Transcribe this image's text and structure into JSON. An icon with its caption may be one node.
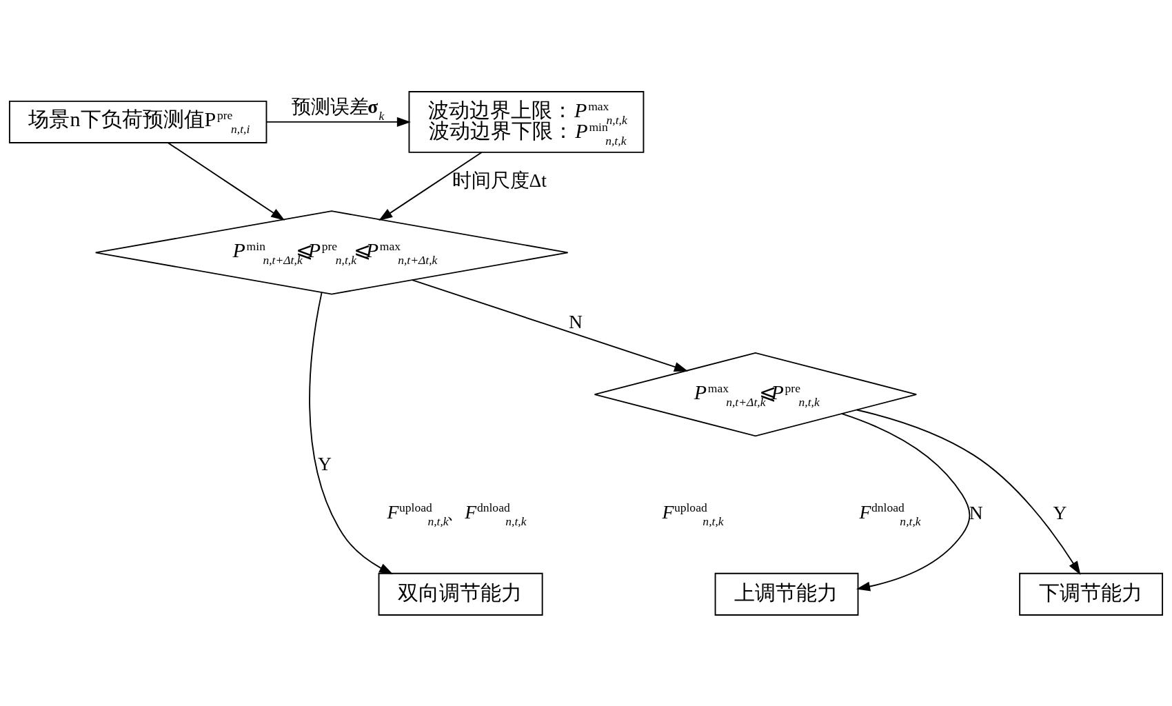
{
  "diagram": {
    "nodes": [
      {
        "text": [
          "场景n下负荷预测值P$^{pre}$$_{n,t,i}$"
        ]
      },
      {
        "text": [
          "波动边界上限：*P*$^{max}$$_{n,t,k}$",
          "波动边界下限：*P*$^{min}$$_{n,t,k}$"
        ]
      },
      {
        "text": [
          "*P*$^{min}$$_{n,t+Δt,k}$⩽*P*$^{pre}$$_{n,t,k}$⩽*P*$^{max}$$_{n,t+Δt,k}$"
        ]
      },
      {
        "text": [
          "*P*$^{max}$$_{n,t+Δt,k}$⩽*P*$^{pre}$$_{n,t,k}$"
        ]
      },
      {
        "text": [
          "双向调节能力"
        ]
      },
      {
        "text": [
          "上调节能力"
        ]
      },
      {
        "text": [
          "下调节能力"
        ]
      }
    ],
    "edges": [
      {
        "from": 0,
        "to": 1,
        "arrow": "to",
        "label": "预测误差**σ**$_{k}$"
      },
      {
        "from": 0,
        "to": 2,
        "arrow": "to"
      },
      {
        "from": 1,
        "to": 2,
        "arrow": "to",
        "label": "时间尺度Δt"
      },
      {
        "from": 2,
        "to": 4,
        "arrow": "to",
        "label": "Y"
      },
      {
        "from": 2,
        "to": 3,
        "arrow": "to",
        "label": "N"
      },
      {
        "from": 3,
        "to": 5,
        "arrow": "to",
        "label": "N"
      },
      {
        "from": 3,
        "to": 6,
        "arrow": "to",
        "label": "Y"
      }
    ],
    "labels": [
      "*F*$^{upload}$$_{n,t,k}$、*F*$^{dnload}$$_{n,t,k}$",
      "*F*$^{upload}$$_{n,t,k}$",
      "*F*$^{dnload}$$_{n,t,k}$"
    ]
  }
}
